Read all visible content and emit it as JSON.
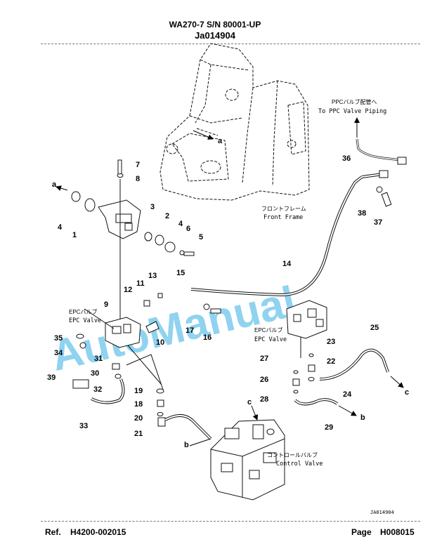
{
  "header": {
    "title_line1": "WA270-7 S/N 80001-UP",
    "title_line2": "Ja014904"
  },
  "watermark": "AutoManual",
  "labels": {
    "ppc_jp": "PPCバルブ配管へ",
    "ppc_en": "To PPC Valve Piping",
    "front_jp": "フロントフレーム",
    "front_en": "Front Frame",
    "epc_left_jp": "EPCバルブ",
    "epc_left_en": "EPC Valve",
    "epc_right_jp": "EPCバルブ",
    "epc_right_en": "EPC Valve",
    "control_jp": "コントロールバルブ",
    "control_en": "Control Valve",
    "figure_code": "JA014904"
  },
  "callouts": {
    "n1": "1",
    "n2": "2",
    "n3": "3",
    "n4a": "4",
    "n4b": "4",
    "n5": "5",
    "n6": "6",
    "n7": "7",
    "n8": "8",
    "n9": "9",
    "n10": "10",
    "n11": "11",
    "n12": "12",
    "n13": "13",
    "n14": "14",
    "n15": "15",
    "n16": "16",
    "n17": "17",
    "n18": "18",
    "n19": "19",
    "n20": "20",
    "n21": "21",
    "n22": "22",
    "n23": "23",
    "n24": "24",
    "n25": "25",
    "n26": "26",
    "n27": "27",
    "n28": "28",
    "n29": "29",
    "n30": "30",
    "n31": "31",
    "n32": "32",
    "n33": "33",
    "n34": "34",
    "n35": "35",
    "n36": "36",
    "n37": "37",
    "n38": "38",
    "n39": "39",
    "a1": "a",
    "a2": "a",
    "b1": "b",
    "b2": "b",
    "c1": "c",
    "c2": "c"
  },
  "footer": {
    "ref_label": "Ref.",
    "ref_value": "H4200-002015",
    "page_label": "Page",
    "page_value": "H008015"
  }
}
